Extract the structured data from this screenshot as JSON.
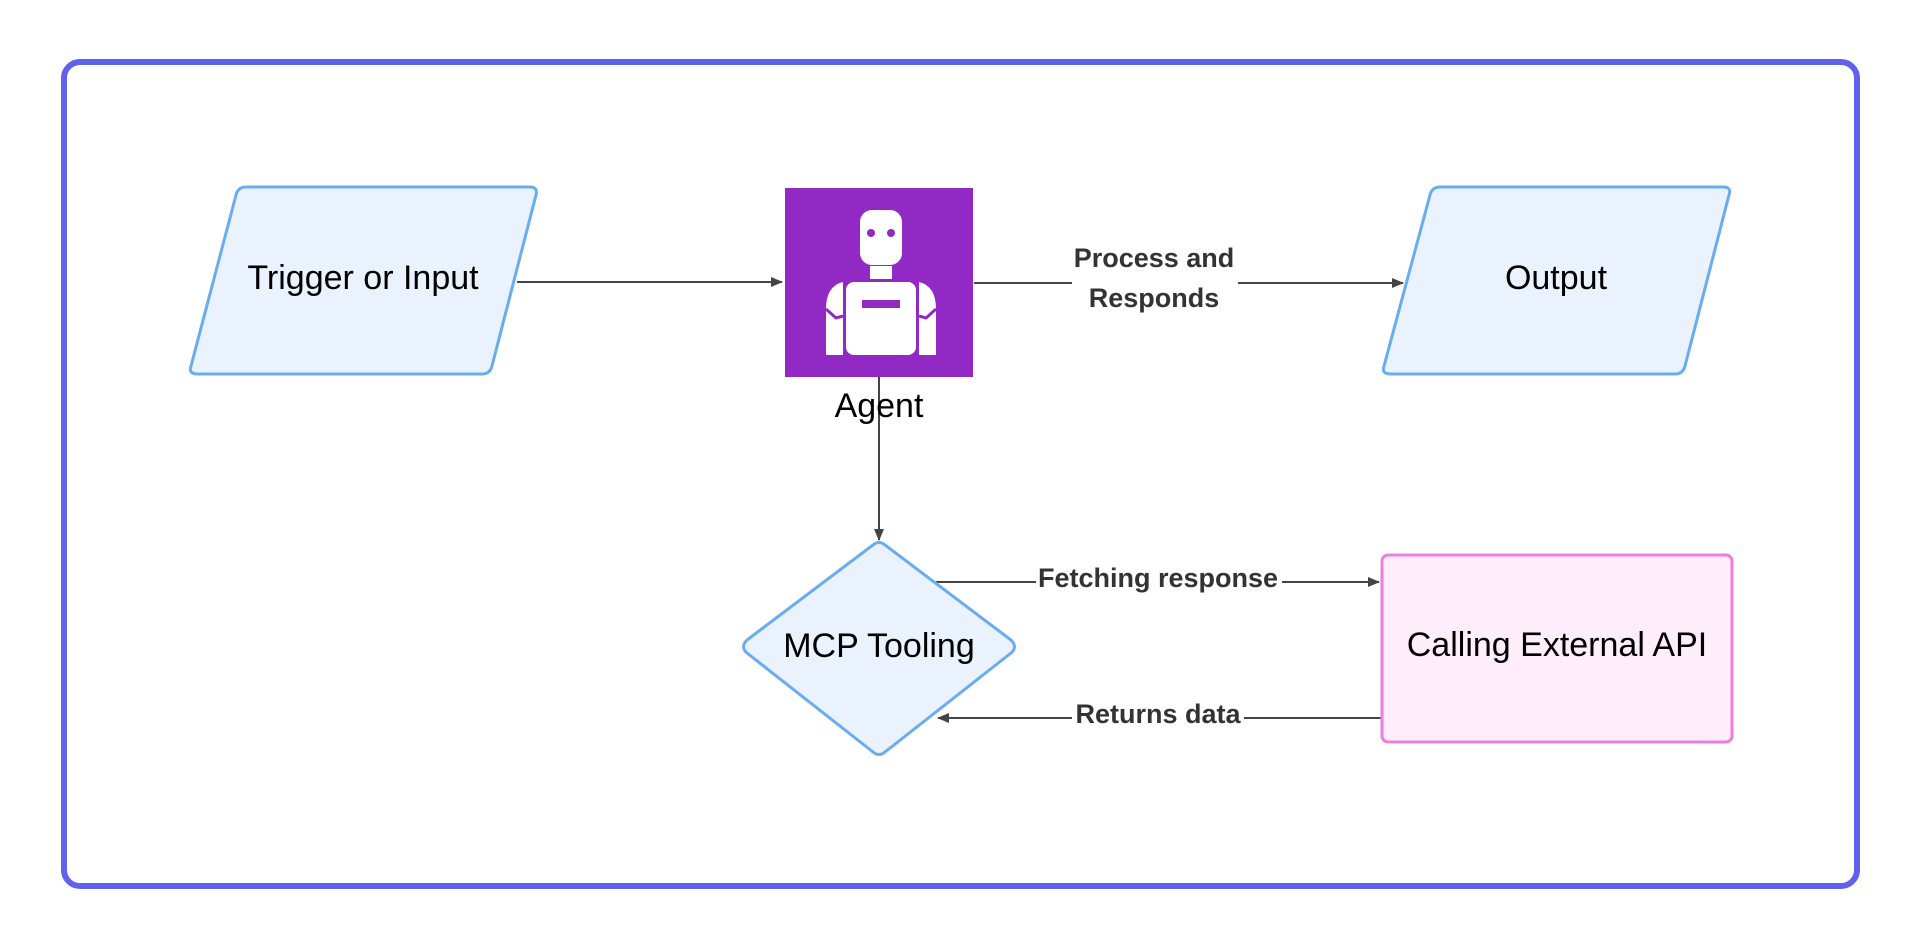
{
  "diagram": {
    "nodes": {
      "trigger": {
        "label": "Trigger or Input",
        "shape": "parallelogram"
      },
      "agent": {
        "label": "Agent",
        "icon": "robot-icon"
      },
      "output": {
        "label": "Output",
        "shape": "parallelogram"
      },
      "mcp": {
        "label": "MCP Tooling",
        "shape": "diamond"
      },
      "api": {
        "label": "Calling External API",
        "shape": "rectangle"
      }
    },
    "edges": {
      "trigger_to_agent": {
        "from": "Trigger or Input",
        "to": "Agent",
        "label": ""
      },
      "agent_to_output": {
        "from": "Agent",
        "to": "Output",
        "label_line1": "Process and",
        "label_line2": "Responds"
      },
      "agent_to_mcp": {
        "from": "Agent",
        "to": "MCP Tooling",
        "label": ""
      },
      "mcp_to_api": {
        "from": "MCP Tooling",
        "to": "Calling External API",
        "label": "Fetching response"
      },
      "api_to_mcp": {
        "from": "Calling External API",
        "to": "MCP Tooling",
        "label": "Returns data"
      }
    }
  },
  "colors": {
    "frame_border": "#6161ee",
    "io_fill": "#eaf3fd",
    "io_border": "#6aacee",
    "agent_fill": "#9229c4",
    "api_fill": "#feeefa",
    "api_border": "#f07ed8",
    "arrow": "#444444"
  }
}
